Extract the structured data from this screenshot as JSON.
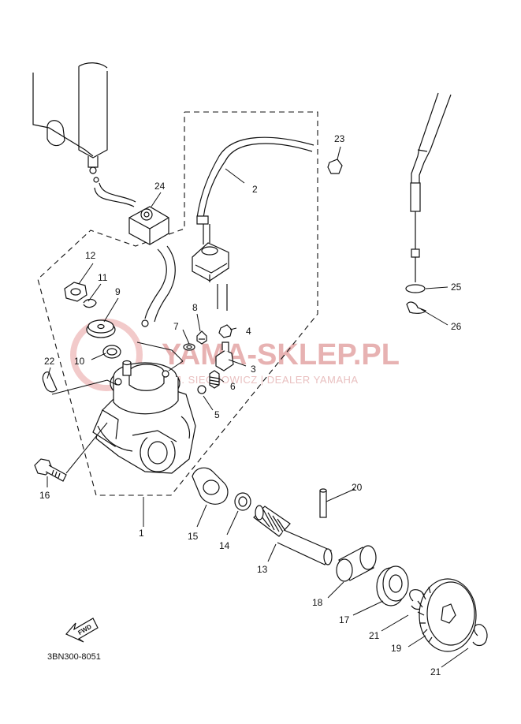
{
  "diagram": {
    "code": "3BN300-8051",
    "fwd_label": "FWD",
    "watermark": {
      "main": "YAMA-SKLEP.PL",
      "sub": "WOJ. SIECHOWICZ | DEALER YAMAHA"
    },
    "callouts": [
      {
        "id": "c1",
        "text": "1"
      },
      {
        "id": "c2",
        "text": "2"
      },
      {
        "id": "c3",
        "text": "3"
      },
      {
        "id": "c4",
        "text": "4"
      },
      {
        "id": "c5",
        "text": "5"
      },
      {
        "id": "c6",
        "text": "6"
      },
      {
        "id": "c7",
        "text": "7"
      },
      {
        "id": "c8",
        "text": "8"
      },
      {
        "id": "c9",
        "text": "9"
      },
      {
        "id": "c10",
        "text": "10"
      },
      {
        "id": "c11",
        "text": "11"
      },
      {
        "id": "c12",
        "text": "12"
      },
      {
        "id": "c13",
        "text": "13"
      },
      {
        "id": "c14",
        "text": "14"
      },
      {
        "id": "c15",
        "text": "15"
      },
      {
        "id": "c16",
        "text": "16"
      },
      {
        "id": "c17",
        "text": "17"
      },
      {
        "id": "c18",
        "text": "18"
      },
      {
        "id": "c19",
        "text": "19"
      },
      {
        "id": "c20",
        "text": "20"
      },
      {
        "id": "c21a",
        "text": "21"
      },
      {
        "id": "c21b",
        "text": "21"
      },
      {
        "id": "c22",
        "text": "22"
      },
      {
        "id": "c23",
        "text": "23"
      },
      {
        "id": "c24",
        "text": "24"
      },
      {
        "id": "c25",
        "text": "25"
      },
      {
        "id": "c26",
        "text": "26"
      }
    ]
  }
}
